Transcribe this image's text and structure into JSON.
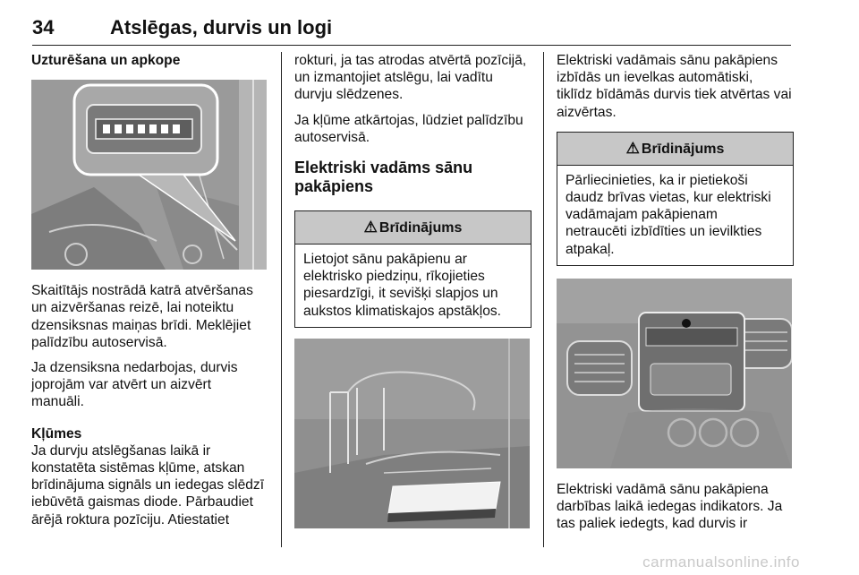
{
  "header": {
    "page_number": "34",
    "chapter_title": "Atslēgas, durvis un logi"
  },
  "col1": {
    "section_title": "Uzturēšana un apkope",
    "para1": "Skaitītājs nostrādā katrā atvēršanas\nun aizvēršanas reizē, lai noteiktu\ndzensiksnas maiņas brīdi. Meklējiet\npalīdzību autoservisā.",
    "para2": "Ja dzensiksna nedarbojas, durvis\njoprojām var atvērt un aizvērt\nmanuāli.",
    "sub_title": "Kļūmes",
    "para3": "Ja durvju atslēgšanas laikā ir\nkonstatēta sistēmas kļūme, atskan\nbrīdinājuma signāls un iedegas slēdzī\niebūvētā gaismas diode. Pārbaudiet\nārējā roktura pozīciju. Atiestatiet"
  },
  "col2": {
    "para1": "rokturi, ja tas atrodas atvērtā pozīcijā,\nun izmantojiet atslēgu, lai vadītu\ndurvju slēdzenes.",
    "para2": "Ja kļūme atkārtojas, lūdziet palīdzību\nautoservisā.",
    "heading": "Elektriski vadāms sānu\npakāpiens",
    "warning_title": "Brīdinājums",
    "warning_text": "Lietojot sānu pakāpienu ar\nelektrisko piedziņu, rīkojieties\npiesardzīgi, it sevišķi slapjos un\naukstos klimatiskajos apstākļos."
  },
  "col3": {
    "para1": "Elektriski vadāmais sānu pakāpiens\nizbīdās un ievelkas automātiski,\ntiklīdz bīdāmās durvis tiek atvērtas vai\naizvērtas.",
    "warning_title": "Brīdinājums",
    "warning_text": "Pārliecinieties, ka ir pietiekoši\ndaudz brīvas vietas, kur elektriski\nvadāmajam pakāpienam\nnetraucēti izbīdīties un ievilkties\natpakaļ.",
    "para2": "Elektriski vadāmā sānu pakāpiena\ndarbības laikā iedegas indikators. Ja\ntas paliek iedegts, kad durvis ir"
  },
  "footer": {
    "watermark": "carmanualsonline.info"
  }
}
